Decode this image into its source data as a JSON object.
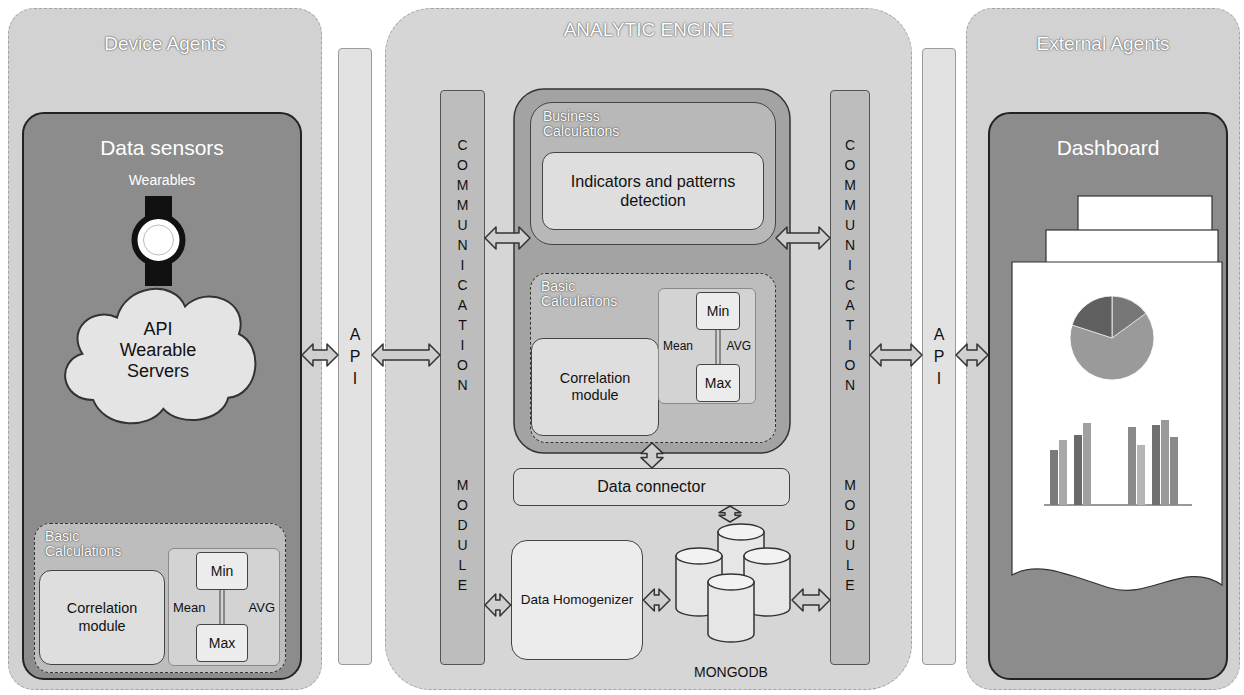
{
  "diagram": {
    "nodes": [
      {
        "text": [
          "Device Agents"
        ]
      },
      {
        "text": [
          "Data sensors",
          "Wearables"
        ],
        "in": 0
      },
      {
        "text": [
          "API Wearable Servers"
        ],
        "in": 1
      },
      {
        "text": [
          "Basic Calculations"
        ],
        "in": 1
      },
      {
        "text": [
          "Correlation module"
        ],
        "in": 3
      },
      {
        "text": [
          "Mean",
          "AVG"
        ],
        "in": 3
      },
      {
        "text": [
          "Min"
        ],
        "in": 5
      },
      {
        "text": [
          "Max"
        ],
        "in": 5
      },
      {
        "text": [
          "API"
        ]
      },
      {
        "text": [
          "ANALYTIC ENGINE"
        ]
      },
      {
        "text": [
          "COMMUNICATION",
          "MODULE"
        ],
        "in": 9
      },
      {
        "text": [
          "Business Calculations"
        ],
        "in": 9
      },
      {
        "text": [
          "Indicators and patterns detection"
        ],
        "in": 11
      },
      {
        "text": [
          "Basic Calculations"
        ],
        "in": 9
      },
      {
        "text": [
          "Correlation module"
        ],
        "in": 13
      },
      {
        "text": [
          "Mean",
          "AVG"
        ],
        "in": 13
      },
      {
        "text": [
          "Min"
        ],
        "in": 15
      },
      {
        "text": [
          "Max"
        ],
        "in": 15
      },
      {
        "text": [
          "Data connector"
        ],
        "in": 9
      },
      {
        "text": [
          "Data Homogenizer"
        ],
        "in": 9
      },
      {
        "text": [
          "MONGODB"
        ],
        "in": 9
      },
      {
        "text": [
          "COMMUNICATION",
          "MODULE"
        ],
        "in": 9
      },
      {
        "text": [
          "API"
        ]
      },
      {
        "text": [
          "External Agents"
        ]
      },
      {
        "text": [
          "Dashboard"
        ],
        "in": 23
      }
    ],
    "edges": [
      {
        "from": 1,
        "to": 8,
        "arrow": "both"
      },
      {
        "from": 8,
        "to": 10,
        "arrow": "both"
      },
      {
        "from": 10,
        "to": 11,
        "arrow": "both"
      },
      {
        "from": 11,
        "to": 21,
        "arrow": "both"
      },
      {
        "from": 13,
        "to": 18,
        "arrow": "both"
      },
      {
        "from": 18,
        "to": 20,
        "arrow": "both"
      },
      {
        "from": 10,
        "to": 19,
        "arrow": "both"
      },
      {
        "from": 19,
        "to": 20,
        "arrow": "both"
      },
      {
        "from": 20,
        "to": 21,
        "arrow": "both"
      },
      {
        "from": 21,
        "to": 22,
        "arrow": "both"
      },
      {
        "from": 22,
        "to": 24,
        "arrow": "both"
      }
    ]
  }
}
